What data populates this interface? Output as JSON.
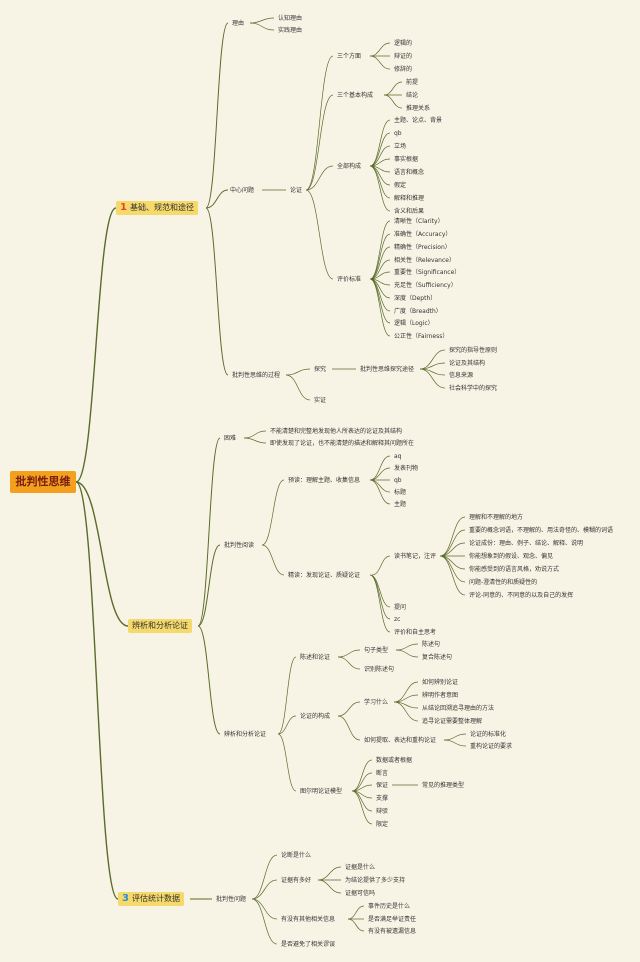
{
  "root": "批判性思维",
  "branches": [
    {
      "num": "1",
      "label": "基础、规范和途径"
    },
    {
      "num": "",
      "label": "辨析和分析论证"
    },
    {
      "num": "3",
      "label": "评估统计数据"
    }
  ],
  "b1": {
    "reason": "理由",
    "reason_items": [
      "认知理由",
      "实践理由"
    ],
    "center": "中心问题",
    "argument": "论证",
    "three_aspects": "三个方面",
    "three_aspects_items": [
      "逻辑的",
      "辩证的",
      "修辞的"
    ],
    "three_basic": "三个基本构成",
    "three_basic_items": [
      "前提",
      "结论",
      "推理关系"
    ],
    "all_parts": "全部构成",
    "all_parts_items": [
      "主题、论点、背景",
      "qb",
      "立场",
      "事实根据",
      "语言和概念",
      "假定",
      "解释和推理",
      "含义和后果"
    ],
    "eval": "评价标准",
    "eval_items": [
      "清晰性（Clarity）",
      "准确性（Accuracy）",
      "精确性（Precision）",
      "相关性（Relevance）",
      "重要性（Significance）",
      "充足性（Sufficiency）",
      "深度（Depth）",
      "广度（Breadth）",
      "逻辑（Logic）",
      "公正性（Fairness）"
    ],
    "process": "批判性思维的过程",
    "explore": "探究",
    "explore_path": "批判性思维探究途径",
    "explore_items": [
      "探究的指导性原则",
      "论证及其结构",
      "信息来源",
      "社会科学中的探究"
    ],
    "practice": "实证"
  },
  "b2": {
    "difficulty": "困难",
    "difficulty_items": [
      "不能清楚和完整地发现他人所表达的论证及其结构",
      "即使发现了论证，也不能清楚的描述和解释其问题所在"
    ],
    "reading": "批判性阅读",
    "preview": "预读：理解主题、收集信息",
    "preview_items": [
      "aq",
      "发表刊物",
      "qb",
      "标题",
      "主题"
    ],
    "close": "精读：发现论证、质疑论证",
    "notes": "读书笔记，注评",
    "notes_items": [
      "理解和不理解的地方",
      "重要的概念词语，不理解的、用法奇怪的、模糊的词语",
      "论证成份：理由、例子、结论、解释、说明",
      "你能想象到的假设、观念、偏见",
      "你能感受到的语言风格，劝说方式",
      "问题-澄清性的和质疑性的",
      "评论-同意的、不同意的以及自己的发挥"
    ],
    "close_extra": [
      "提问",
      "zc",
      "评价和自主思考"
    ],
    "analysis": "辨析和分析论证",
    "statement": "陈述和论证",
    "sentence": "句子类型",
    "sentence_items": [
      "陈述句",
      "复合陈述句"
    ],
    "identify": "识别陈述句",
    "structure": "论证的构成",
    "learn": "学习什么",
    "learn_items": [
      "如何辨别论证",
      "辨明作者意图",
      "从结论回溯追寻理由的方法",
      "追寻论证需要整体理解"
    ],
    "how": "如何提取、表达和重构论证",
    "how_items": [
      "论证的标准化",
      "重构论证的要求"
    ],
    "toulmin": "图尔明论证模型",
    "toulmin_items": [
      "数据或者根据",
      "断言",
      "保证",
      "支撑",
      "辩驳",
      "限定"
    ],
    "common": "常见的推理类型"
  },
  "b3": {
    "issues": "批判性问题",
    "q1": "论断是什么",
    "q2": "证据有多好",
    "q2_items": [
      "证据是什么",
      "为结论提供了多少支持",
      "证据可信吗"
    ],
    "q3": "有没有其他相关信息",
    "q3_items": [
      "事件历史是什么",
      "是否满足举证责任",
      "有没有被遗漏信息"
    ],
    "q4": "是否避免了相关谬误"
  },
  "colors": {
    "background": "#f8f4e5",
    "root": "#f2a01e",
    "branch": "#f5d96a",
    "line": "#5a6b2c"
  }
}
